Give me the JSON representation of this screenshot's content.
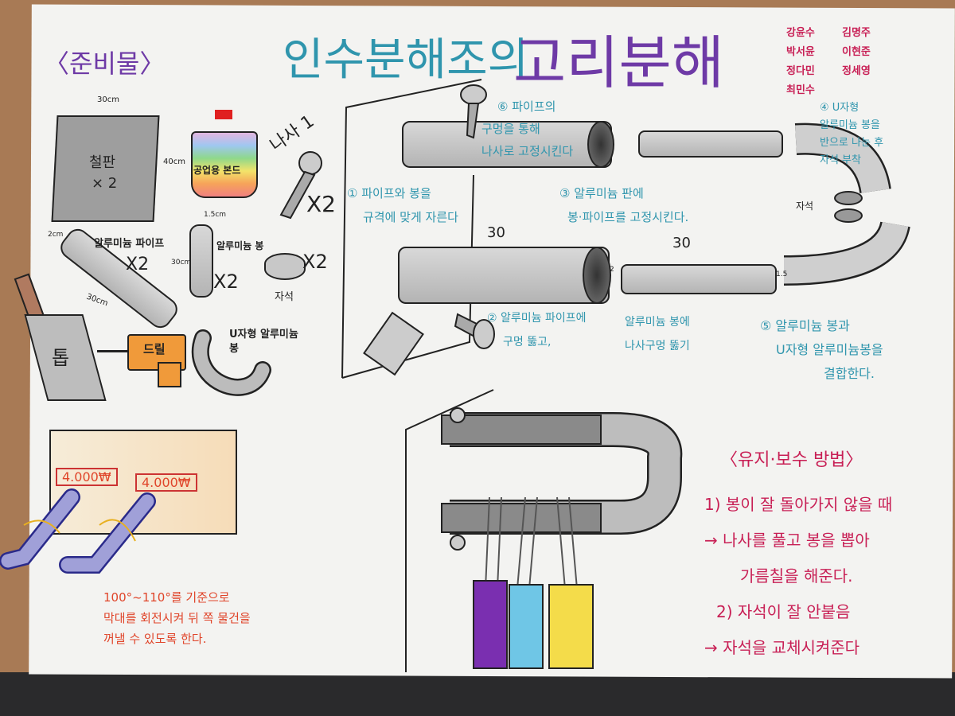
{
  "poster": {
    "title_part1": "인수분해조의",
    "title_part2": "고리분해",
    "members": [
      "강윤수",
      "김명주",
      "박서윤",
      "이현준",
      "정다민",
      "정세영",
      "최민수"
    ],
    "colors": {
      "purple": "#6e3aa6",
      "teal": "#2f95ad",
      "crimson": "#c81f55",
      "orange": "#e0452a"
    }
  },
  "materials": {
    "heading": "〈준비물〉",
    "steel_plate": {
      "label": "철판",
      "count": "× 2",
      "width": "30cm",
      "height": "40cm"
    },
    "bond": {
      "label": "공업용 본드"
    },
    "screw": {
      "label": "나사 1",
      "count": "X2"
    },
    "pipe": {
      "label": "알루미늄 파이프",
      "count": "X2",
      "diameter": "2cm",
      "length": "30cm"
    },
    "rod": {
      "label": "알루미늄 봉",
      "count": "X2",
      "diameter": "1.5cm",
      "length": "30cm"
    },
    "magnet": {
      "label": "자석",
      "count": "X2"
    },
    "saw": {
      "label": "톱"
    },
    "drill": {
      "label": "드릴"
    },
    "u_rod": {
      "label": "U자형 알루미늄 봉"
    }
  },
  "steps": {
    "step1": [
      "① 파이프와 봉을",
      "규격에 맞게 자른다"
    ],
    "step2": [
      "② 알루미늄 파이프에",
      "구멍 뚫고,"
    ],
    "step2b": [
      "알루미늄 봉에",
      "나사구멍 뚫기"
    ],
    "step3": [
      "③ 알루미늄 판에",
      "봉·파이프를 고정시킨다."
    ],
    "step4": [
      "④ U자형",
      "알루미늄 봉을",
      "반으로 나눈 후",
      "자석 부착"
    ],
    "step5": [
      "⑤ 알루미늄 봉과",
      "U자형 알루미늄봉을",
      "결합한다."
    ],
    "step6": [
      "⑥ 파이프의",
      "구멍을 통해",
      "나사로 고정시킨다"
    ],
    "magnet_label": "자석",
    "dim_pipe": "30",
    "dim_rod": "30",
    "dim_2": "2",
    "dim_15": "1.5"
  },
  "pricing": {
    "price1": "4.000₩",
    "price2": "4.000₩",
    "note": [
      "100°~110°를 기준으로",
      "막대를 회전시켜 뒤 쪽 물건을",
      "꺼낼 수 있도록 한다."
    ]
  },
  "maintenance": {
    "heading": "〈유지·보수 방법〉",
    "lines": [
      "1) 봉이 잘 돌아가지 않을 때",
      "→ 나사를 풀고 봉을 뽑아",
      "가름칠을 해준다.",
      "2) 자석이 잘 안붙음",
      "→ 자석을 교체시켜준다"
    ]
  }
}
